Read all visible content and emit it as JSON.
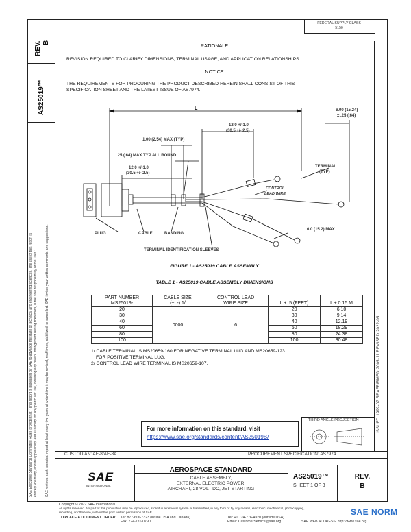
{
  "header": {
    "stamp_line1": "FEDERAL SUPPLY CLASS",
    "stamp_line2": "5150",
    "rev_label": "REV.",
    "rev_value": "B",
    "doc_number": "AS25019™"
  },
  "rationale": {
    "title": "RATIONALE",
    "text": "REVISION REQUIRED TO CLARIFY DIMENSIONS, TERMINAL USAGE, AND APPLICATION RELATIONSHIPS."
  },
  "notice": {
    "title": "NOTICE",
    "text_line1": "THE REQUIREMENTS FOR PROCURING THE PRODUCT DESCRIBED HEREIN SHALL CONSIST OF THIS",
    "text_line2": "SPECIFICATION SHEET AND THE LATEST ISSUE OF AS7974."
  },
  "figure": {
    "dim_L": "L",
    "dim_600_line1": "6.00 (15.24)",
    "dim_600_line2": "± .25 (.64)",
    "dim_120a_line1": "12.0 +/-1.0",
    "dim_120a_line2": "(30.5 +/- 2.5)",
    "dim_100": "1.00 (2.54) MAX (TYP)",
    "dim_25": ".25 (.64) MAX TYP ALL ROUND",
    "dim_120b_line1": "12.0 +/-1.0",
    "dim_120b_line2": "(30.5 +/- 2.5)",
    "label_terminal_line1": "TERMINAL",
    "label_terminal_line2": "(TYP)",
    "label_control_line1": "CONTROL",
    "label_control_line2": "LEAD WIRE",
    "dim_60": "6.0 (15.2) MAX",
    "label_plug": "PLUG",
    "label_cable": "CABLE",
    "label_banding": "BANDING",
    "label_sleeves": "TERMINAL IDENTIFICATION SLEEVES",
    "caption": "FIGURE 1 - AS25019 CABLE ASSEMBLY"
  },
  "table": {
    "caption": "TABLE 1 - AS25019 CABLE ASSEMBLY DIMENSIONS",
    "headers": {
      "part_line1": "PART NUMBER",
      "part_line2": "MS25019-",
      "cable_line1": "CABLE SIZE",
      "cable_line2": "(+, -) 1/",
      "control_line1": "CONTROL LEAD",
      "control_line2": "WIRE SIZE",
      "feet": "L ± .5 (FEET)",
      "meters": "L ± 0.15 M"
    },
    "cable_size": "0000",
    "control_wire": "6",
    "rows": [
      {
        "part": "20",
        "feet": "20",
        "m": "6.10"
      },
      {
        "part": "30",
        "feet": "30",
        "m": "9.14"
      },
      {
        "part": "40",
        "feet": "40",
        "m": "12.19"
      },
      {
        "part": "60",
        "feet": "60",
        "m": "18.29"
      },
      {
        "part": "80",
        "feet": "80",
        "m": "24.38"
      },
      {
        "part": "100",
        "feet": "100",
        "m": "30.48"
      }
    ]
  },
  "footnotes": {
    "line1": "1/ CABLE TERMINAL IS MS20659-160 FOR NEGATIVE TERMINAL LUG AND MS20659-123",
    "line2": "FOR POSITIVE TERMINAL LUG.",
    "line3": "2/ CONTROL LEAD WIRE TERMINAL IS MS20659-107."
  },
  "info_box": {
    "line1": "For more information on this standard, visit",
    "link": "https://www.sae.org/standards/content/AS25019B/"
  },
  "projection": {
    "label": "THIRD ANGLE PROJECTION"
  },
  "right_margin": "ISSUED 1999-07     REAFFIRMED 2005-11     REVISED 2022-05",
  "left_margin": {
    "line1": "SAE Executive Standards Committee Rules provide that: \"This report is published by SAE to advance the state of technical and engineering sciences. The use of this report is",
    "line2": "entirely voluntary, and its applicability and suitability for any particular use, including any patent infringement arising therefrom, is the sole responsibility of the user.\"",
    "line3": "SAE reviews each technical report at least every five years at which time it may be revised, reaffirmed, stabilized, or cancelled. SAE invites your written comments and suggestions."
  },
  "bottom": {
    "custodian": "CUSTODIAN: AE-8/AE-8A",
    "procurement": "PROCUREMENT SPECIFICATION: AS7974",
    "logo_text": "SAE",
    "logo_sub": "INTERNATIONAL",
    "standard_title": "AEROSPACE STANDARD",
    "desc_line1": "CABLE ASSEMBLY,",
    "desc_line2": "EXTERNAL ELECTRIC POWER,",
    "desc_line3": "AIRCRAFT, 28 VOLT DC, JET STARTING",
    "doc_number": "AS25019™",
    "sheet": "SHEET 1 OF 3",
    "rev_label": "REV.",
    "rev_value": "B"
  },
  "copyright": {
    "line1": "Copyright © 2022 SAE International",
    "line2": "All rights reserved. No part of this publication may be reproduced, stored in a retrieval system or transmitted, in any form or by any means, electronic, mechanical, photocopying,",
    "line3": "recording, or otherwise, without the prior written permission of SAE.",
    "order_label": "TO PLACE A DOCUMENT ORDER:",
    "tel1": "Tel: 877-606-7323 (inside USA and Canada)",
    "tel2": "Tel: +1 724-776-4970 (outside USA)",
    "fax": "Fax: 724-776-0790",
    "email": "Email: CustomerService@sae.org",
    "web": "SAE WEB ADDRESS: http://www.sae.org"
  },
  "watermark": "SAE NORM",
  "colors": {
    "ink": "#111111",
    "link": "#1a3fb0",
    "watermark": "#2a6fc9"
  }
}
